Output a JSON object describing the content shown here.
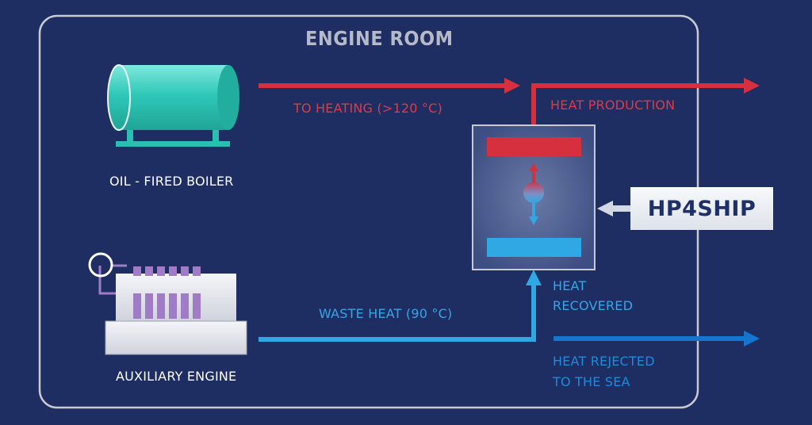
{
  "diagram": {
    "title": "ENGINE ROOM",
    "brand": "HP4SHIP",
    "components": {
      "boiler": "OIL - FIRED BOILER",
      "engine": "AUXILIARY ENGINE"
    },
    "flows": {
      "to_heating": "TO HEATING (>120 °C)",
      "heat_production": "HEAT PRODUCTION",
      "waste_heat": "WASTE HEAT (90 °C)",
      "heat_recovered": [
        "HEAT",
        "RECOVERED"
      ],
      "heat_rejected": [
        "HEAT REJECTED",
        "TO THE SEA"
      ]
    },
    "colors": {
      "background": "#1e2d62",
      "hot": "#d6303f",
      "cold": "#2fa8e4",
      "sea": "#1576d2",
      "tank": "#29c4b6",
      "engine_fins": "#a07cc6"
    },
    "icons": [
      "cylinder-tank-icon",
      "engine-block-icon",
      "heat-pump-icon",
      "arrow-icon"
    ]
  }
}
